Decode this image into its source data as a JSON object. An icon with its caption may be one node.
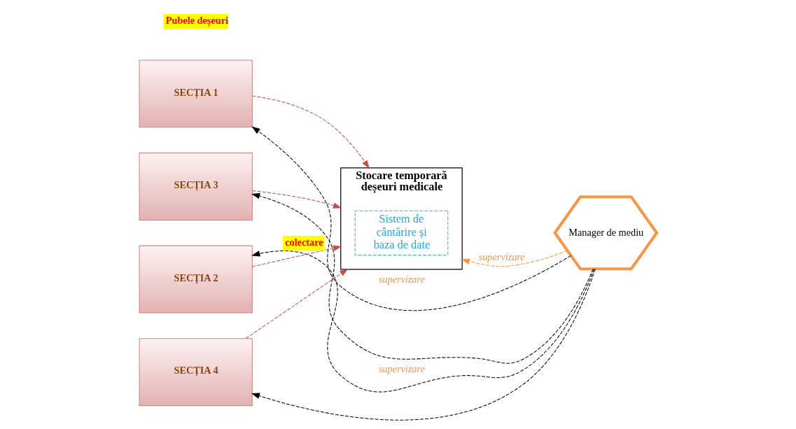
{
  "diagram": {
    "nodes": [
      {
        "text": [
          "SECȚIA 1"
        ]
      },
      {
        "text": [
          "SECȚIA 3"
        ]
      },
      {
        "text": [
          "Stocare temporară deșeuri medicale"
        ]
      },
      {
        "text": [
          "Sistem de cântărire și baza de date"
        ],
        "in": 2
      },
      {
        "text": [
          "Manager de mediu"
        ]
      },
      {
        "text": [
          "SECȚIA 2"
        ]
      },
      {
        "text": [
          "SECȚIA 4"
        ]
      }
    ],
    "edges": [
      {
        "from": 0,
        "to": 2,
        "arrow": "to",
        "style": "dashed",
        "color": "#c0504d"
      },
      {
        "from": 5,
        "to": 2,
        "arrow": "to",
        "style": "dashed",
        "color": "#c0504d",
        "label": "colectare"
      },
      {
        "from": 1,
        "to": 2,
        "arrow": "to",
        "style": "dashed",
        "color": "#c0504d"
      },
      {
        "from": 6,
        "to": 2,
        "arrow": "to",
        "style": "dashed",
        "color": "#c0504d"
      },
      {
        "from": 4,
        "to": 0,
        "arrow": "to",
        "style": "dashed",
        "color": "#000000",
        "label": "supervizare"
      },
      {
        "from": 4,
        "to": 1,
        "arrow": "to",
        "style": "dashed",
        "color": "#000000"
      },
      {
        "from": 4,
        "to": 2,
        "arrow": "to",
        "style": "dashed",
        "color": "#f79646",
        "label": "supervizare"
      },
      {
        "from": 4,
        "to": 5,
        "arrow": "to",
        "style": "dashed",
        "color": "#000000",
        "label": "supervizare"
      },
      {
        "from": 4,
        "to": 6,
        "arrow": "to",
        "style": "dashed",
        "color": "#000000"
      }
    ],
    "labels": [
      "Pubele deșeuri"
    ]
  }
}
